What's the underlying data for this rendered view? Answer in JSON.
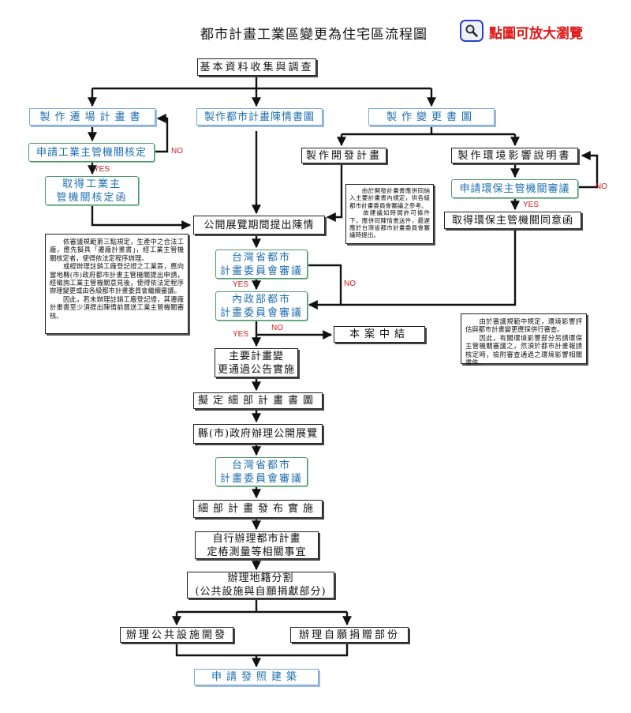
{
  "header": {
    "title": "都市計畫工業區變更為住宅區流程圖",
    "zoom_icon": "magnifier-icon",
    "zoom_label": "點圖可放大瀏覽"
  },
  "colors": {
    "accent_blue": "#1f6fb0",
    "green_border": "#4a9a6a",
    "alert_red": "#d21c1c",
    "zoom_border": "#2d3fd0"
  },
  "steps": {
    "basic_data": "基本資料收集與調查",
    "relocation_plan": "製作遷場計畫書",
    "petition_plan": "製作都市計畫陳情書圖",
    "change_plan": "製作變更書圖",
    "apply_industry_approval": "申請工業主管機關核定",
    "industry_approval_line1": "取得工業主",
    "industry_approval_line2": "管機關核定函",
    "development_plan": "製作開發計畫",
    "eia_report": "製作環境影響說明書",
    "apply_env_review": "申請環保主管機關審議",
    "env_consent": "取得環保主管機關同意函",
    "public_exhibition": "公開展覽期間提出陳情",
    "province_committee_1_line1": "台灣省都市",
    "province_committee_1_line2": "計畫委員會審議",
    "interior_committee_line1": "內政部都市",
    "interior_committee_line2": "計畫委員會審議",
    "case_closed": "本案中結",
    "main_plan_line1": "主要計畫變",
    "main_plan_line2": "更通過公告實施",
    "detail_plan": "擬定細部計畫書圖",
    "county_exhibition": "縣(市)政府辦理公開展覽",
    "province_committee_2_line1": "台灣省都市",
    "province_committee_2_line2": "計畫委員會審議",
    "detail_implement": "細部計畫發布實施",
    "self_survey_line1": "自行辦理都市計畫",
    "self_survey_line2": "定樁測量等相關事宜",
    "land_division_line1": "辦理地籍分割",
    "land_division_line2": "(公共設施與自願捐獻部分)",
    "public_facility_dev": "辦理公共設施開發",
    "voluntary_donation": "辦理自願捐贈部份",
    "apply_building_permit": "申請發照建築"
  },
  "labels": {
    "yes": "YES",
    "no": "NO"
  },
  "notes": {
    "left": "　　依審議規範第三點規定，生產中之合法工廠，應先擬具「遷廠計畫書」，經工業主管機關核定者，使得依法定程序辦理。\n　　或經辦理註銷工廠登記證之工業區，應向當地縣(市)政府都市計畫主管機關提出申請，經徵詢工業主管機關意見後，使得依法定程序辦理變更或由各級都市計畫委員會繼續審議。\n　　因此，若未辦理註銷工廠登記證，其遷廠計畫書至少須提出陳情前層送工業主管機關審核。",
    "middle": "　　由於開發計畫書應併同納入主要計畫書內規定，供各級都市計畫委員會審議之參考。\n　　故建議如時間許可條件下，應併同陳情書送件，最遲應於台灣省都市計畫委員會審議時提出。",
    "right": "　　由於審議規範中規定，環境影響評估與都市計畫變更應採併行審查。\n　　因此，有關環境影響部分另請環保主管機關審議之，然須於都市計畫報請核定時，檢附審查通過之環境影響相關書件。"
  }
}
